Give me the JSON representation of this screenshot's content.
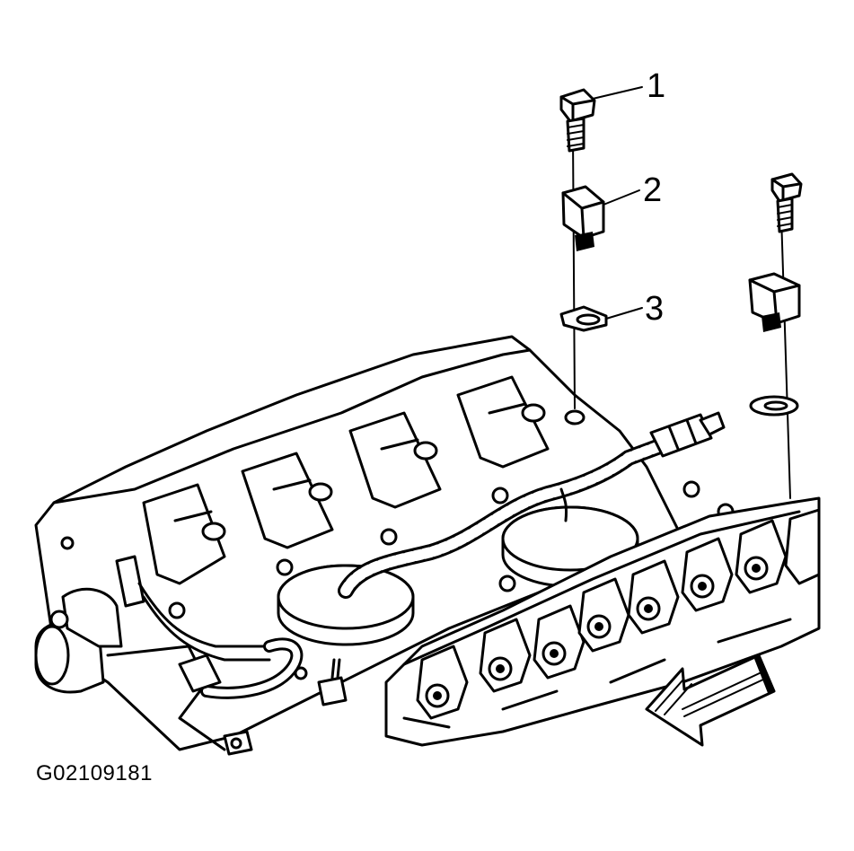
{
  "callouts": [
    {
      "id": "1",
      "label": "1"
    },
    {
      "id": "2",
      "label": "2"
    },
    {
      "id": "3",
      "label": "3"
    }
  ],
  "figure_id": "G02109181",
  "colors": {
    "ink": "#000000",
    "background": "#ffffff"
  }
}
